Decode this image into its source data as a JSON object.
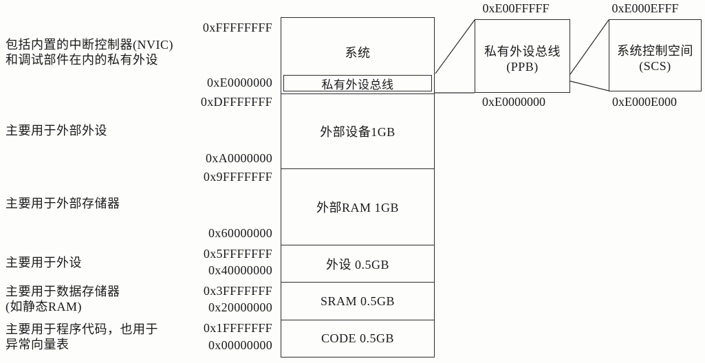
{
  "left_annotations": [
    [
      "包括内置的中断控制器(NVIC)",
      "和调试部件在内的私有外设"
    ],
    [
      "主要用于外部外设"
    ],
    [
      "主要用于外部存储器"
    ],
    [
      "主要用于外设"
    ],
    [
      "主要用于数据存储器",
      "(如静态RAM)"
    ],
    [
      "主要用于程序代码，也用于",
      "异常向量表"
    ]
  ],
  "axis_addresses": [
    "0xFFFFFFFF",
    "0xE0000000",
    "0xDFFFFFFF",
    "0xA0000000",
    "0x9FFFFFFF",
    "0x60000000",
    "0x5FFFFFFF",
    "0x40000000",
    "0x3FFFFFFF",
    "0x20000000",
    "0x1FFFFFFF",
    "0x00000000"
  ],
  "memory_regions": [
    {
      "label": "系统",
      "sub_region": "私有外设总线"
    },
    {
      "label": "外部设备1GB"
    },
    {
      "label": "外部RAM 1GB"
    },
    {
      "label": "外设 0.5GB"
    },
    {
      "label": "SRAM 0.5GB"
    },
    {
      "label": "CODE 0.5GB"
    }
  ],
  "detail_boxes": [
    {
      "title": "私有外设总线",
      "subtitle": "(PPB)",
      "top_address": "0xE00FFFFF",
      "bottom_address": "0xE0000000"
    },
    {
      "title": "系统控制空间",
      "subtitle": "(SCS)",
      "top_address": "0xE000EFFF",
      "bottom_address": "0xE000E000"
    }
  ],
  "colors": {
    "line": "#2b2b2b",
    "text": "#1a1a1a",
    "background": "#fdfdfc"
  }
}
